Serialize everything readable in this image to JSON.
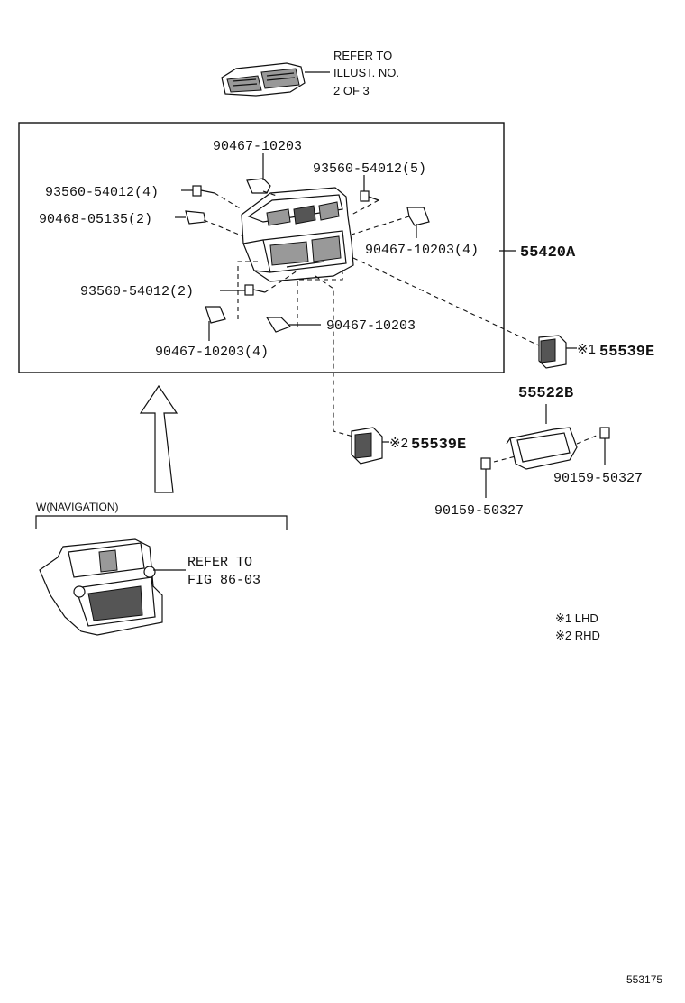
{
  "refer_top": {
    "line1": "REFER  TO",
    "line2": "ILLUST. NO.",
    "line3": "2 OF 3"
  },
  "callouts": {
    "c1": "90467-10203",
    "c2": "93560-54012(5)",
    "c3": "93560-54012(4)",
    "c4": "90468-05135(2)",
    "c5": "90467-10203(4)",
    "c6": "55420A",
    "c7": "93560-54012(2)",
    "c8": "90467-10203",
    "c9": "90467-10203(4)",
    "c10_mark": "※1",
    "c10": "55539E",
    "c11": "55522B",
    "c12_mark": "※2",
    "c12": "55539E",
    "c13": "90159-50327",
    "c14": "90159-50327"
  },
  "navigation": {
    "heading": "W(NAVIGATION)",
    "refer_line1": "REFER TO",
    "refer_line2": "FIG 86-03"
  },
  "legend": {
    "lhd": "※1 LHD",
    "rhd": "※2 RHD"
  },
  "diagram_id": "553175"
}
